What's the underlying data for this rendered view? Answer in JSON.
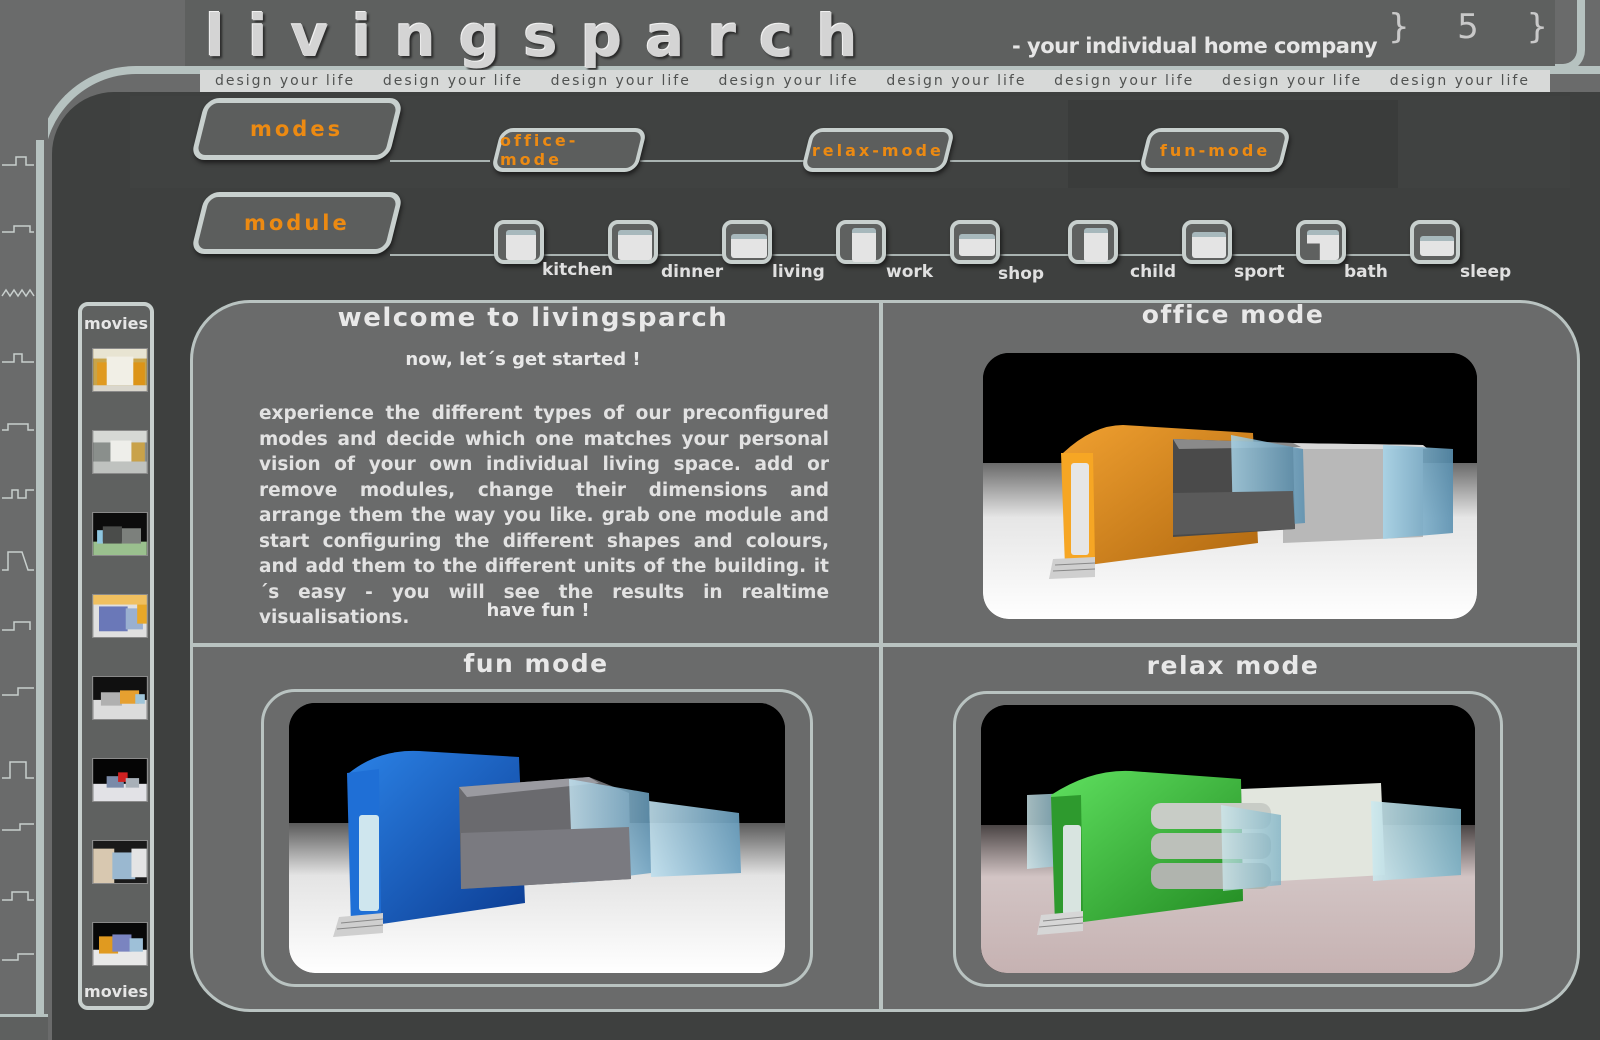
{
  "header": {
    "logo": "livingsparch",
    "tagline": "- your individual home company",
    "bracket_icons": [
      "}",
      "5",
      "}"
    ],
    "slogans": [
      "design your life",
      "design your life",
      "design your life",
      "design your life",
      "design your life",
      "design your life",
      "design your life",
      "design your life"
    ]
  },
  "nav": {
    "modes_label": "modes",
    "module_label": "module",
    "modes": [
      "office-mode",
      "relax-mode",
      "fun-mode"
    ],
    "modules": [
      "kitchen",
      "dinner",
      "living",
      "work",
      "shop",
      "child",
      "sport",
      "bath",
      "sleep"
    ]
  },
  "sidebar": {
    "top_label": "movies",
    "bottom_label": "movies",
    "thumbnails": [
      "movie-thumb-1",
      "movie-thumb-2",
      "movie-thumb-3",
      "movie-thumb-4",
      "movie-thumb-5",
      "movie-thumb-6",
      "movie-thumb-7",
      "movie-thumb-8"
    ]
  },
  "welcome": {
    "title": "welcome to livingsparch",
    "subtitle": "now, let´s get started !",
    "body": "experience the different types of our preconfigured modes and decide which one matches your personal vision of your own individual living space. add or remove modules, change their dimensions and arrange them the way you like. grab one module and start configuring the different shapes and colours, and add them to the different units of the building. it´s easy - you will see the results  in realtime visualisations.",
    "closing": "have fun !"
  },
  "panels": {
    "office_title": "office mode",
    "fun_title": "fun mode",
    "relax_title": "relax mode"
  },
  "colors": {
    "accent": "#ec8a12",
    "office_module": "#e8901a",
    "fun_module": "#1f6fd6",
    "relax_module": "#3fd040"
  }
}
